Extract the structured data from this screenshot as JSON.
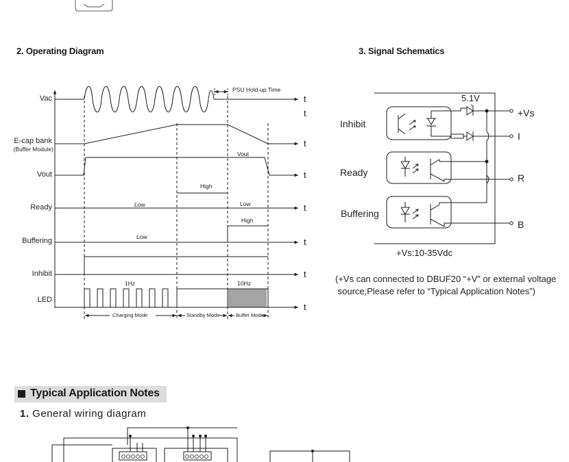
{
  "operating": {
    "title": "2. Operating Diagram",
    "rows": {
      "vac": "Vac",
      "ecap": "E-cap bank",
      "ecap_sub": "(Buffer Module)",
      "vout": "Vout",
      "ready": "Ready",
      "buffering": "Buffering",
      "inhibit": "Inhibit",
      "led": "LED"
    },
    "axis_t": "t",
    "annotations": {
      "psu_holdup": "PSU Hold-up Time",
      "vout_label": "Vout",
      "high_ready": "High",
      "low_ready_1": "Low",
      "low_ready_2": "Low",
      "high_buf": "High",
      "low_buf": "Low",
      "hz1": "1Hz",
      "hz10": "10Hz"
    },
    "modes": {
      "charging": "Charging Mode",
      "standby": "Standby Mode",
      "buffer": "Buffer Mode"
    }
  },
  "schematics": {
    "title": "3. Signal Schematics",
    "labels": {
      "inhibit": "Inhibit",
      "ready": "Ready",
      "buffering": "Buffering",
      "zener": "5.1V",
      "vs": "+Vs",
      "i": "I",
      "r": "R",
      "b": "B",
      "range": "+Vs:10-35Vdc"
    },
    "note_line1": "(+Vs can connected to DBUF20 “+V” or external voltage",
    "note_line2": " source,Please refer to “Typical Application Notes”)"
  },
  "application": {
    "heading": "Typical Application Notes",
    "sub_num": "1.",
    "sub_text": " General wiring diagram"
  }
}
